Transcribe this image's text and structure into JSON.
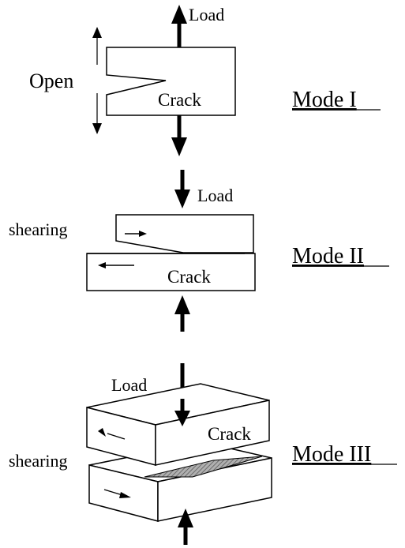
{
  "mode1": {
    "title": "Mode I",
    "load_label": "Load",
    "open_label": "Open",
    "crack_label": "Crack"
  },
  "mode2": {
    "title": "Mode II",
    "load_label": "Load",
    "shear_label": "shearing",
    "crack_label": "Crack"
  },
  "mode3": {
    "title": "Mode III",
    "load_label": "Load",
    "shear_label": "shearing",
    "crack_label": "Crack"
  },
  "colors": {
    "ink": "#000000",
    "crack_fill": "#9a9a9a",
    "background": "#ffffff"
  }
}
